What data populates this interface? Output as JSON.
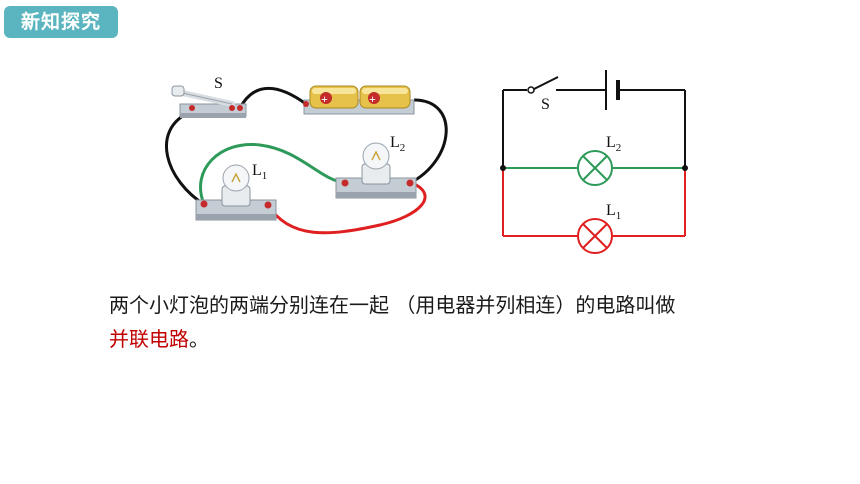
{
  "header": {
    "tag": "新知探究"
  },
  "physical_circuit": {
    "switch_label": "S",
    "lamp1_label": "L",
    "lamp1_sub": "1",
    "lamp2_label": "L",
    "lamp2_sub": "2",
    "battery_mark": "+"
  },
  "schematic": {
    "switch_label": "S",
    "lamp1_label": "L",
    "lamp1_sub": "1",
    "lamp2_label": "L",
    "lamp2_sub": "2"
  },
  "colors": {
    "green_wire": "#2e9a5a",
    "red_wire": "#e02020",
    "black_wire": "#111111",
    "tag_bg": "#5bb5c0"
  },
  "definition": {
    "text": "两个小灯泡的两端分别连在一起 （用电器并列相连）的电路叫做",
    "term": "并联电路",
    "end": "。"
  }
}
